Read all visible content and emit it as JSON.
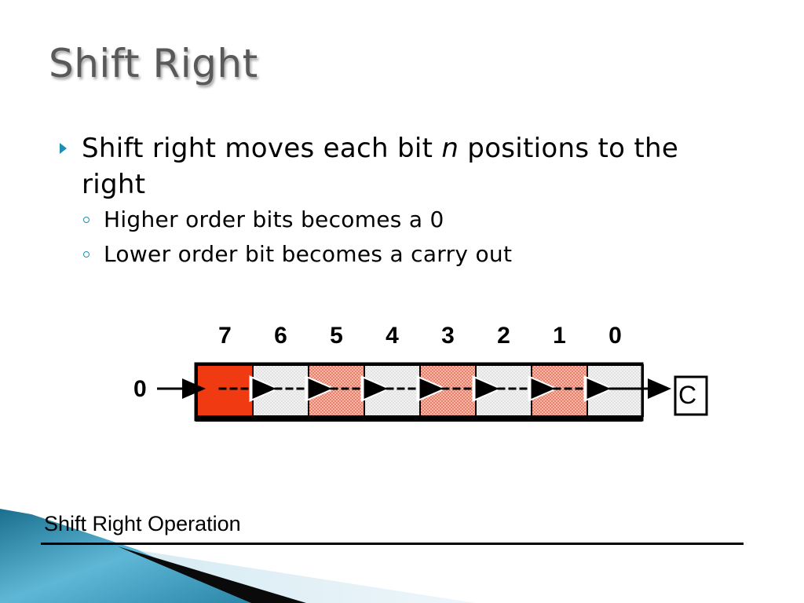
{
  "slide": {
    "title": "Shift Right",
    "bullet1_pre": "Shift right moves each bit ",
    "bullet1_italic": "n",
    "bullet1_post": " positions to the right",
    "subbullets": [
      "Higher order bits becomes a 0",
      "Lower order bit becomes a carry out"
    ],
    "caption": "Shift Right Operation"
  },
  "diagram": {
    "bit_labels": [
      "7",
      "6",
      "5",
      "4",
      "3",
      "2",
      "1",
      "0"
    ],
    "input_label": "0",
    "carry_label": "C",
    "bit_styles": [
      "solid",
      "light",
      "hatched",
      "light",
      "hatched",
      "light",
      "hatched",
      "light"
    ],
    "colors": {
      "solid_red": "#f03a12",
      "hatched_red": "#f0a898",
      "light_gray": "#eeeeee",
      "accent": "#1f8eb5"
    }
  }
}
